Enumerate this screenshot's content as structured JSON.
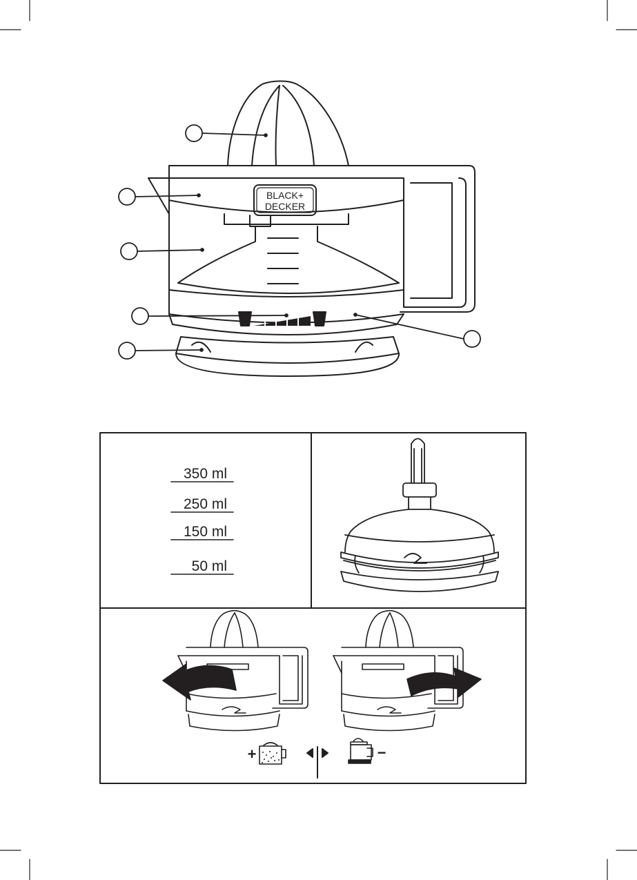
{
  "brand": {
    "line1": "BLACK+",
    "line2": "DECKER"
  },
  "measurements": {
    "items": [
      "350 ml",
      "250 ml",
      "150 ml",
      "50 ml"
    ]
  },
  "icons": {
    "plus_sign": "+",
    "minus_sign": "−"
  }
}
